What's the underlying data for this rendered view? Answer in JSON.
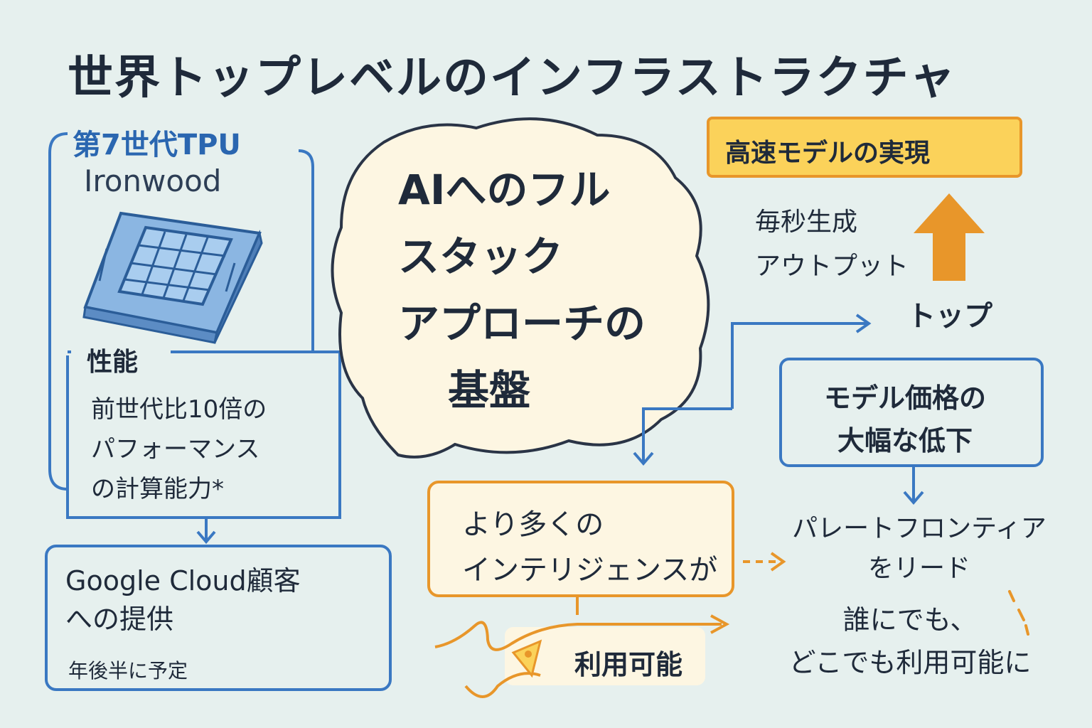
{
  "title": "世界トップレベルのインフラストラクチャ",
  "tpu": {
    "heading": "第7世代TPU",
    "name": "Ironwood",
    "chip_icon": "chip-icon",
    "performance_label": "性能",
    "performance_lines": [
      "前世代比10倍の",
      "パフォーマンス",
      "の計算能力*"
    ]
  },
  "google_cloud": {
    "lines": [
      "Google Cloud顧客",
      "への提供"
    ],
    "sub": "年後半に予定"
  },
  "bubble": {
    "lines": [
      "AIへのフル",
      "スタック",
      "アプローチの",
      "基盤"
    ]
  },
  "fast_model": "高速モデルの実現",
  "output_lines": [
    "毎秒生成",
    "アウトプット"
  ],
  "top": "トップ",
  "price_lines": [
    "モデル価格の",
    "大幅な低下"
  ],
  "more_intelligence_lines": [
    "より多くの",
    "インテリジェンスが"
  ],
  "available": "利用可能",
  "pareto_lines": [
    "パレートフロンティア",
    "をリード"
  ],
  "anyone_lines": [
    "誰にでも、",
    "どこでも利用可能に"
  ],
  "colors": {
    "background": "#e6f0ee",
    "blue": "#3a78c2",
    "orange": "#e8962a",
    "yellow": "#fbd25a",
    "cream": "#fdf6e2",
    "text": "#1f2a3a"
  }
}
